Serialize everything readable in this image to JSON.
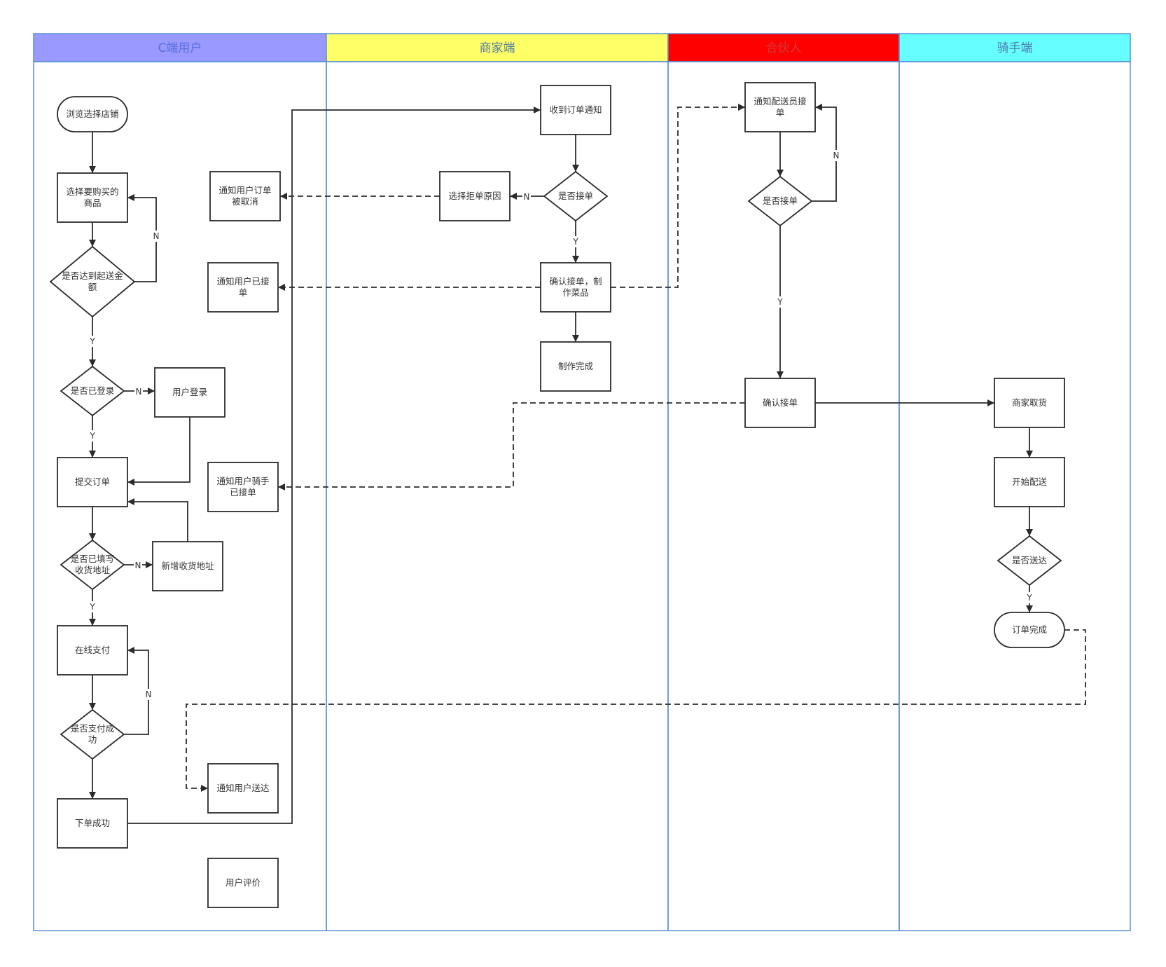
{
  "lanes": [
    {
      "id": "c",
      "title": "C端用户",
      "header_color": "#9999ff",
      "title_color": "#5b6ee1"
    },
    {
      "id": "m",
      "title": "商家端",
      "header_color": "#ffff66",
      "title_color": "#4d79a8"
    },
    {
      "id": "p",
      "title": "合伙人",
      "header_color": "#ff0000",
      "title_color": "#cc3b3b"
    },
    {
      "id": "r",
      "title": "骑手端",
      "header_color": "#66ffff",
      "title_color": "#4d79a8"
    }
  ],
  "border_color": "#5b8fd6",
  "nodes": [
    {
      "id": "browse",
      "shape": "terminal",
      "lines": [
        "浏览选择店铺"
      ]
    },
    {
      "id": "select_goods",
      "shape": "process",
      "lines": [
        "选择要购买的",
        "商品"
      ]
    },
    {
      "id": "min_amount",
      "shape": "decision",
      "lines": [
        "是否达到起送金",
        "额"
      ]
    },
    {
      "id": "logged_in",
      "shape": "decision",
      "lines": [
        "是否已登录"
      ]
    },
    {
      "id": "user_login",
      "shape": "process",
      "lines": [
        "用户登录"
      ]
    },
    {
      "id": "submit_order",
      "shape": "process",
      "lines": [
        "提交订单"
      ]
    },
    {
      "id": "addr_filled",
      "shape": "decision",
      "lines": [
        "是否已填写",
        "收货地址"
      ]
    },
    {
      "id": "new_addr",
      "shape": "process",
      "lines": [
        "新增收货地址"
      ]
    },
    {
      "id": "pay_online",
      "shape": "process",
      "lines": [
        "在线支付"
      ]
    },
    {
      "id": "pay_success",
      "shape": "decision",
      "lines": [
        "是否支付成",
        "功"
      ]
    },
    {
      "id": "order_success",
      "shape": "process",
      "lines": [
        "下单成功"
      ]
    },
    {
      "id": "notify_cancel",
      "shape": "process",
      "lines": [
        "通知用户订单",
        "被取消"
      ]
    },
    {
      "id": "notify_accepted",
      "shape": "process",
      "lines": [
        "通知用户已接",
        "单"
      ]
    },
    {
      "id": "notify_rider",
      "shape": "process",
      "lines": [
        "通知用户骑手",
        "已接单"
      ]
    },
    {
      "id": "notify_delivered",
      "shape": "process",
      "lines": [
        "通知用户送达"
      ]
    },
    {
      "id": "user_review",
      "shape": "process",
      "lines": [
        "用户评价"
      ]
    },
    {
      "id": "receive_notice",
      "shape": "process",
      "lines": [
        "收到订单通知"
      ]
    },
    {
      "id": "reject_reason",
      "shape": "process",
      "lines": [
        "选择拒单原因"
      ]
    },
    {
      "id": "accept_q",
      "shape": "decision",
      "lines": [
        "是否接单"
      ]
    },
    {
      "id": "confirm_make",
      "shape": "process",
      "lines": [
        "确认接单，制",
        "作菜品"
      ]
    },
    {
      "id": "made_done",
      "shape": "process",
      "lines": [
        "制作完成"
      ]
    },
    {
      "id": "notify_dispatch",
      "shape": "process",
      "lines": [
        "通知配送员接",
        "单"
      ]
    },
    {
      "id": "rider_accept_q",
      "shape": "decision",
      "lines": [
        "是否接单"
      ]
    },
    {
      "id": "confirm_accept",
      "shape": "process",
      "lines": [
        "确认接单"
      ]
    },
    {
      "id": "pickup",
      "shape": "process",
      "lines": [
        "商家取货"
      ]
    },
    {
      "id": "start_delivery",
      "shape": "process",
      "lines": [
        "开始配送"
      ]
    },
    {
      "id": "delivered_q",
      "shape": "decision",
      "lines": [
        "是否送达"
      ]
    },
    {
      "id": "order_complete",
      "shape": "terminal",
      "lines": [
        "订单完成"
      ]
    }
  ],
  "edges": [
    {
      "id": "e1",
      "label": "",
      "dashed": false
    },
    {
      "id": "e2",
      "label": "",
      "dashed": false
    },
    {
      "id": "e3",
      "label": "N",
      "dashed": false
    },
    {
      "id": "e4",
      "label": "Y",
      "dashed": false
    },
    {
      "id": "e5",
      "label": "N",
      "dashed": false
    },
    {
      "id": "e6",
      "label": "Y",
      "dashed": false
    },
    {
      "id": "e7",
      "label": "",
      "dashed": false
    },
    {
      "id": "e8",
      "label": "",
      "dashed": false
    },
    {
      "id": "e9",
      "label": "N",
      "dashed": false
    },
    {
      "id": "e10",
      "label": "",
      "dashed": false
    },
    {
      "id": "e11",
      "label": "Y",
      "dashed": false
    },
    {
      "id": "e12",
      "label": "",
      "dashed": false
    },
    {
      "id": "e13",
      "label": "N",
      "dashed": false
    },
    {
      "id": "e14",
      "label": "",
      "dashed": false
    },
    {
      "id": "e15",
      "label": "",
      "dashed": false
    },
    {
      "id": "e16",
      "label": "",
      "dashed": false
    },
    {
      "id": "e17",
      "label": "N",
      "dashed": false
    },
    {
      "id": "e18",
      "label": "",
      "dashed": true
    },
    {
      "id": "e19",
      "label": "Y",
      "dashed": false
    },
    {
      "id": "e20",
      "label": "",
      "dashed": true
    },
    {
      "id": "e21",
      "label": "",
      "dashed": true
    },
    {
      "id": "e22",
      "label": "",
      "dashed": false
    },
    {
      "id": "e23",
      "label": "",
      "dashed": false
    },
    {
      "id": "e24",
      "label": "N",
      "dashed": false
    },
    {
      "id": "e25",
      "label": "Y",
      "dashed": false
    },
    {
      "id": "e26",
      "label": "",
      "dashed": true
    },
    {
      "id": "e27",
      "label": "",
      "dashed": false
    },
    {
      "id": "e28",
      "label": "",
      "dashed": false
    },
    {
      "id": "e29",
      "label": "",
      "dashed": false
    },
    {
      "id": "e30",
      "label": "Y",
      "dashed": false
    },
    {
      "id": "e31",
      "label": "",
      "dashed": true
    }
  ]
}
